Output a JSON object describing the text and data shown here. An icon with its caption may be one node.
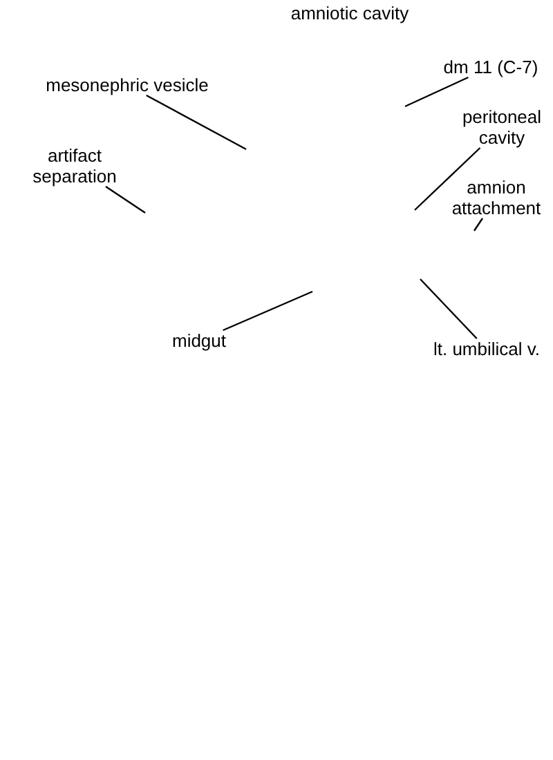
{
  "diagram": {
    "nodes": [
      {
        "text": [
          "mesonephric vesicle"
        ]
      },
      {
        "text": [
          "dm 11 (C-7)"
        ]
      },
      {
        "text": [
          "artifact separation"
        ]
      },
      {
        "text": [
          "peritoneal cavity"
        ]
      },
      {
        "text": [
          "amnion attachment"
        ]
      },
      {
        "text": [
          "midgut"
        ]
      },
      {
        "text": [
          "lt. umbilical v."
        ]
      }
    ],
    "edges": [
      {
        "from": 0,
        "to": null,
        "arrow": "none"
      },
      {
        "from": 1,
        "to": null,
        "arrow": "none"
      },
      {
        "from": 2,
        "to": null,
        "arrow": "none"
      },
      {
        "from": 3,
        "to": null,
        "arrow": "none"
      },
      {
        "from": 4,
        "to": null,
        "arrow": "none"
      },
      {
        "from": 5,
        "to": null,
        "arrow": "none"
      },
      {
        "from": 6,
        "to": null,
        "arrow": "none"
      }
    ],
    "labels": [
      "amniotic cavity"
    ]
  }
}
